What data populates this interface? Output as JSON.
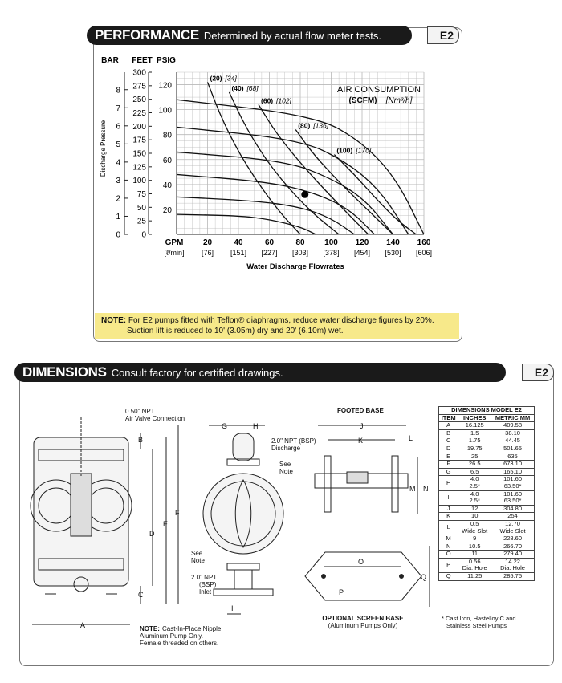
{
  "performance": {
    "title": "PERFORMANCE",
    "subtitle": "Determined by actual flow meter tests.",
    "tab": "E2",
    "note_label": "NOTE:",
    "note_line1": "For E2 pumps fitted with Teflon® diaphragms, reduce water discharge figures by 20%.",
    "note_line2": "Suction lift is reduced to 10' (3.05m) dry and 20' (6.10m) wet."
  },
  "chart_data": {
    "type": "line",
    "title": "",
    "xlabel": "Water Discharge Flowrates",
    "ylabel": "Discharge Pressure",
    "x_unit_label": "GPM",
    "x_unit_label2": "[ℓ/min]",
    "y_unit_labels": [
      "BAR",
      "FEET",
      "PSIG"
    ],
    "xlim": [
      0,
      160
    ],
    "ylim": [
      0,
      130
    ],
    "x_ticks": [
      20,
      40,
      60,
      80,
      100,
      120,
      140,
      160
    ],
    "x_ticks_metric": [
      "[76]",
      "[151]",
      "[227]",
      "[303]",
      "[378]",
      "[454]",
      "[530]",
      "[606]"
    ],
    "psig_ticks": [
      20,
      40,
      60,
      80,
      100,
      120
    ],
    "feet_ticks": [
      0,
      25,
      50,
      75,
      100,
      125,
      150,
      175,
      200,
      225,
      250,
      275,
      300
    ],
    "bar_ticks": [
      0,
      1,
      2,
      3,
      4,
      5,
      6,
      7,
      8
    ],
    "grid": true,
    "legend_title": "AIR CONSUMPTION",
    "legend_units": "(SCFM)",
    "legend_units_metric": "[Nm³/h]",
    "pressure_curves": [
      {
        "psig": 20,
        "x": [
          0,
          40,
          60,
          80,
          90
        ],
        "y": [
          16,
          15,
          12,
          6,
          0
        ]
      },
      {
        "psig": 40,
        "x": [
          0,
          50,
          80,
          100,
          115
        ],
        "y": [
          30,
          27,
          22,
          13,
          0
        ]
      },
      {
        "psig": 60,
        "x": [
          0,
          60,
          90,
          112,
          128
        ],
        "y": [
          48,
          42,
          33,
          20,
          0
        ]
      },
      {
        "psig": 80,
        "x": [
          0,
          70,
          100,
          122,
          140
        ],
        "y": [
          66,
          59,
          45,
          28,
          0
        ]
      },
      {
        "psig": 100,
        "x": [
          0,
          80,
          110,
          132,
          150
        ],
        "y": [
          86,
          76,
          58,
          35,
          0
        ]
      },
      {
        "psig": 120,
        "x": [
          0,
          90,
          120,
          142,
          160
        ],
        "y": [
          108,
          95,
          74,
          45,
          0
        ]
      }
    ],
    "air_curves": [
      {
        "label": "(20)",
        "label_metric": "[34]",
        "x": [
          20,
          30,
          45,
          65,
          80
        ],
        "y": [
          122,
          90,
          55,
          20,
          0
        ]
      },
      {
        "label": "(40)",
        "label_metric": "[68]",
        "x": [
          34,
          45,
          62,
          85,
          105
        ],
        "y": [
          114,
          85,
          52,
          20,
          0
        ]
      },
      {
        "label": "(60)",
        "label_metric": "[102]",
        "x": [
          53,
          65,
          85,
          108,
          124
        ],
        "y": [
          104,
          80,
          50,
          20,
          0
        ]
      },
      {
        "label": "(80)",
        "label_metric": "[136]",
        "x": [
          77,
          88,
          105,
          125,
          140
        ],
        "y": [
          84,
          65,
          42,
          18,
          0
        ]
      },
      {
        "label": "(100)",
        "label_metric": "[170]",
        "x": [
          102,
          115,
          128,
          142,
          155
        ],
        "y": [
          64,
          48,
          30,
          12,
          0
        ]
      }
    ],
    "marker": {
      "x": 83,
      "y": 32
    }
  },
  "dimensions": {
    "title": "DIMENSIONS",
    "subtitle": "Consult factory for certified drawings.",
    "tab": "E2",
    "label_air_valve": "0.50\" NPT",
    "label_air_valve2": "Air Valve Connection",
    "label_discharge": "2.0\" NPT (BSP)",
    "label_discharge2": "Discharge",
    "label_see_note": "See",
    "label_see_note2": "Note",
    "label_inlet": "2.0\" NPT",
    "label_inlet2": "(BSP)",
    "label_inlet3": "Inlet",
    "label_footed_base": "FOOTED BASE",
    "label_screen_base": "OPTIONAL SCREEN BASE",
    "label_screen_base2": "(Aluminum Pumps Only)",
    "note_label": "NOTE:",
    "note_text1": "Cast-In-Place Nipple,",
    "note_text2": "Aluminum Pump Only.",
    "note_text3": "Female threaded on others.",
    "letters": {
      "A": "A",
      "B": "B",
      "C": "C",
      "D": "D",
      "E": "E",
      "F": "F",
      "G": "G",
      "H": "H",
      "I": "I",
      "J": "J",
      "K": "K",
      "L": "L",
      "M": "M",
      "N": "N",
      "O": "O",
      "P": "P",
      "Q": "Q"
    },
    "table": {
      "title": "DIMENSIONS MODEL E2",
      "headers": [
        "ITEM",
        "INCHES",
        "METRIC MM"
      ],
      "rows": [
        [
          "A",
          "16.125",
          "409.58"
        ],
        [
          "B",
          "1.5",
          "38.10"
        ],
        [
          "C",
          "1.75",
          "44.45"
        ],
        [
          "D",
          "19.75",
          "501.65"
        ],
        [
          "E",
          "25",
          "635"
        ],
        [
          "F",
          "26.5",
          "673.10"
        ],
        [
          "G",
          "6.5",
          "165.10"
        ],
        [
          "H",
          "4.0\n2.5*",
          "101.60\n63.50*"
        ],
        [
          "I",
          "4.0\n2.5*",
          "101.60\n63.50*"
        ],
        [
          "J",
          "12",
          "304.80"
        ],
        [
          "K",
          "10",
          "254"
        ],
        [
          "L",
          "0.5\nWide Slot",
          "12.70\nWide Slot"
        ],
        [
          "M",
          "9",
          "228.60"
        ],
        [
          "N",
          "10.5",
          "266.70"
        ],
        [
          "O",
          "11",
          "279.40"
        ],
        [
          "P",
          "0.56\nDia. Hole",
          "14.22\nDia. Hole"
        ],
        [
          "Q",
          "11.25",
          "285.75"
        ]
      ],
      "footnote1": "* Cast Iron, Hastelloy C and",
      "footnote2": "Stainless Steel Pumps"
    }
  }
}
